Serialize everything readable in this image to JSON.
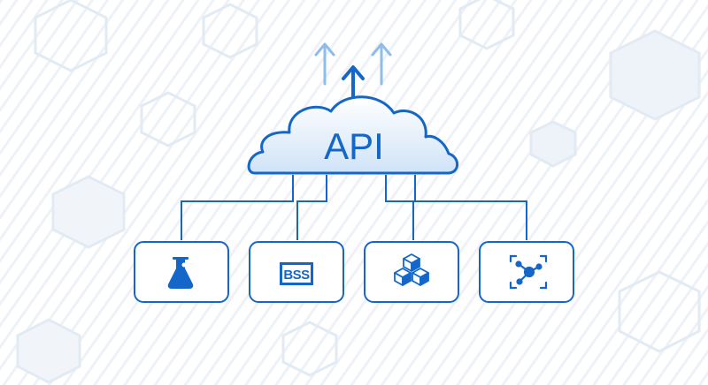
{
  "cloud": {
    "label": "API",
    "color": "#1467c8",
    "fill_top": "#ffffff",
    "fill_bottom": "#cfe3f7"
  },
  "arrows": [
    {
      "name": "arrow-up-left-faded",
      "emphasis": "faded"
    },
    {
      "name": "arrow-up-center",
      "emphasis": "solid"
    },
    {
      "name": "arrow-up-right-faded",
      "emphasis": "faded"
    }
  ],
  "boxes": [
    {
      "name": "box-flask",
      "icon": "flask-icon"
    },
    {
      "name": "box-bss",
      "icon": "bss-icon",
      "icon_text": "BSS"
    },
    {
      "name": "box-cubes",
      "icon": "cubes-icon"
    },
    {
      "name": "box-network",
      "icon": "network-node-icon"
    }
  ],
  "colors": {
    "primary": "#1467c8",
    "faded_arrow": "#8fbde9",
    "background_pattern": "#e4ecf4"
  }
}
